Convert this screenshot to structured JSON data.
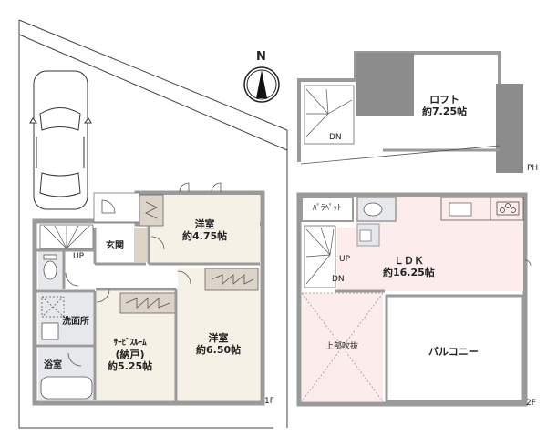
{
  "compass": {
    "label": "N"
  },
  "floor1": {
    "floor_label": "1F",
    "rooms": [
      {
        "id": "western-room-1",
        "name": "洋室",
        "size": "約4.75帖"
      },
      {
        "id": "entrance",
        "name": "玄関"
      },
      {
        "id": "washroom",
        "name": "洗面所"
      },
      {
        "id": "bathroom",
        "name": "浴室"
      },
      {
        "id": "service-room",
        "name": "ｻｰﾋﾞｽﾙｰﾑ",
        "subname": "(納戸)",
        "size": "約5.25帖"
      },
      {
        "id": "western-room-2",
        "name": "洋室",
        "size": "約6.50帖"
      }
    ],
    "stair_label": "UP"
  },
  "loft": {
    "floor_label": "PH",
    "room": {
      "name": "ロフト",
      "size": "約7.25帖"
    },
    "stair_label": "DN"
  },
  "floor2": {
    "floor_label": "2F",
    "rooms": [
      {
        "id": "parapet",
        "name": "ﾊﾟﾗﾍﾟｯﾄ"
      },
      {
        "id": "ldk",
        "name": "ＬＤＫ",
        "size": "約16.25帖"
      },
      {
        "id": "atrium",
        "name": "上部吹抜"
      },
      {
        "id": "balcony",
        "name": "バルコニー"
      }
    ],
    "stair_up": "UP",
    "stair_down": "DN"
  },
  "colors": {
    "wall": "#9a9a9a",
    "wall_dark": "#6e6e6e",
    "room_beige": "#f5f1e6",
    "wet_gray": "#e6e8ec",
    "ldk_pink": "#fdecec",
    "closet": "#dcd3c9",
    "loft_block": "#8c8c8c"
  }
}
